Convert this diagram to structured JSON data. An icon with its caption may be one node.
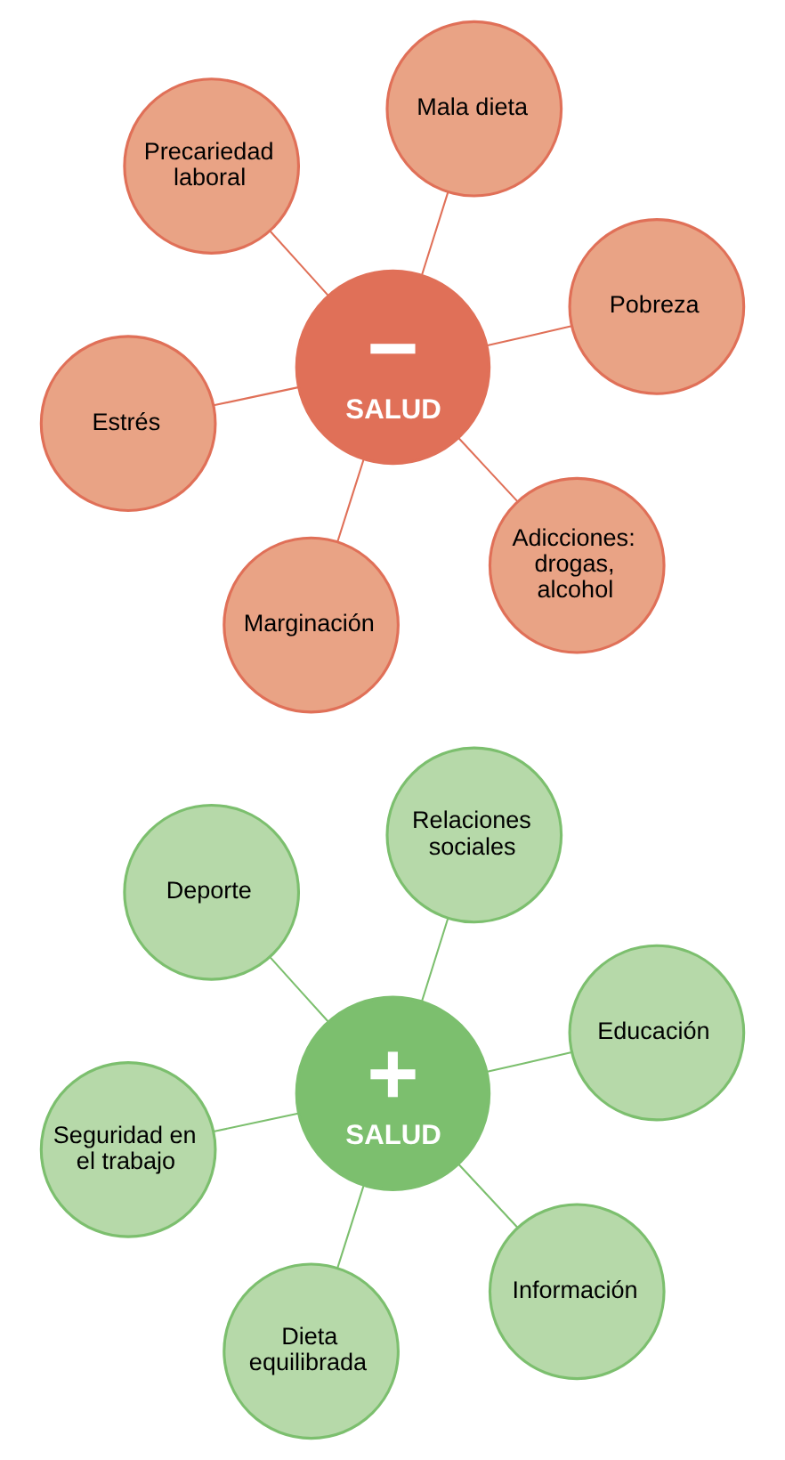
{
  "diagram": {
    "nodes": [
      {
        "text": [
          "Estrés"
        ]
      },
      {
        "text": [
          "Adicciones: drogas, alcohol"
        ]
      },
      {
        "text": [
          "−",
          "SALUD"
        ]
      },
      {
        "text": [
          "Precariedad laboral"
        ]
      },
      {
        "text": [
          "Pobreza"
        ]
      },
      {
        "text": [
          "Mala dieta"
        ]
      },
      {
        "text": [
          "Marginación"
        ]
      },
      {
        "text": [
          "Seguridad en el trabajo"
        ]
      },
      {
        "text": [
          "Información"
        ]
      },
      {
        "text": [
          "+",
          "SALUD"
        ]
      },
      {
        "text": [
          "Deporte"
        ]
      },
      {
        "text": [
          "Educación"
        ]
      },
      {
        "text": [
          "Relaciones sociales"
        ]
      },
      {
        "text": [
          "Dieta equilibrada"
        ]
      }
    ],
    "edges": [
      {
        "from": 2,
        "to": 0,
        "arrow": "none",
        "color": "#e07058"
      },
      {
        "from": 2,
        "to": 1,
        "arrow": "none",
        "color": "#e07058"
      },
      {
        "from": 2,
        "to": 3,
        "arrow": "none",
        "color": "#e07058"
      },
      {
        "from": 2,
        "to": 4,
        "arrow": "none",
        "color": "#e07058"
      },
      {
        "from": 2,
        "to": 5,
        "arrow": "none",
        "color": "#e07058"
      },
      {
        "from": 2,
        "to": 6,
        "arrow": "none",
        "color": "#e07058"
      },
      {
        "from": 9,
        "to": 7,
        "arrow": "none",
        "color": "#7cbf6e"
      },
      {
        "from": 9,
        "to": 8,
        "arrow": "none",
        "color": "#7cbf6e"
      },
      {
        "from": 9,
        "to": 10,
        "arrow": "none",
        "color": "#7cbf6e"
      },
      {
        "from": 9,
        "to": 11,
        "arrow": "none",
        "color": "#7cbf6e"
      },
      {
        "from": 9,
        "to": 12,
        "arrow": "none",
        "color": "#7cbf6e"
      },
      {
        "from": 9,
        "to": 13,
        "arrow": "none",
        "color": "#7cbf6e"
      }
    ]
  }
}
